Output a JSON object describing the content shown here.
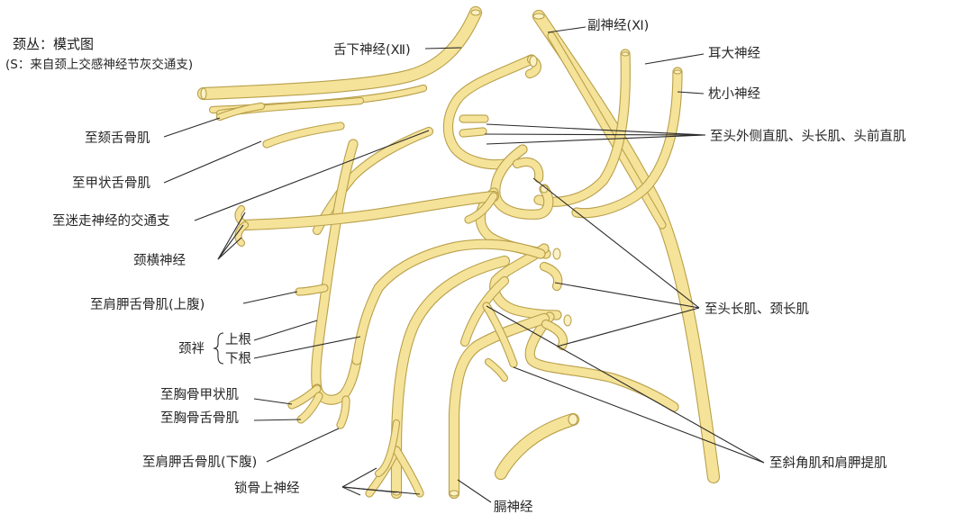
{
  "title": "颈丛：模式图",
  "subtitle": "(S：来自颈上交感神经节灰交通支)",
  "colors": {
    "nerve_fill": "#f6e39a",
    "nerve_edge": "#b8a04a",
    "leader": "#2a2a2a",
    "background": "#ffffff"
  },
  "labels": {
    "hypoglossal": "舌下神经(Ⅻ)",
    "accessory": "副神经(Ⅺ)",
    "great_auricular": "耳大神经",
    "lesser_occipital": "枕小神经",
    "rectus_capitis": "至头外侧直肌、头长肌、头前直肌",
    "geniohyoid": "至颏舌骨肌",
    "thyrohyoid": "至甲状舌骨肌",
    "vagus_communicating": "至迷走神经的交通支",
    "transverse_cervical": "颈横神经",
    "omohyoid_superior": "至肩胛舌骨肌(上腹)",
    "ansa_cervicalis": "颈袢",
    "superior_root": "上根",
    "inferior_root": "下根",
    "longus": "至头长肌、颈长肌",
    "sternothyroid": "至胸骨甲状肌",
    "sternohyoid": "至胸骨舌骨肌",
    "omohyoid_inferior": "至肩胛舌骨肌(下腹)",
    "scalene_levator": "至斜角肌和肩胛提肌",
    "supraclavicular": "锁骨上神经",
    "phrenic": "膈神经"
  }
}
